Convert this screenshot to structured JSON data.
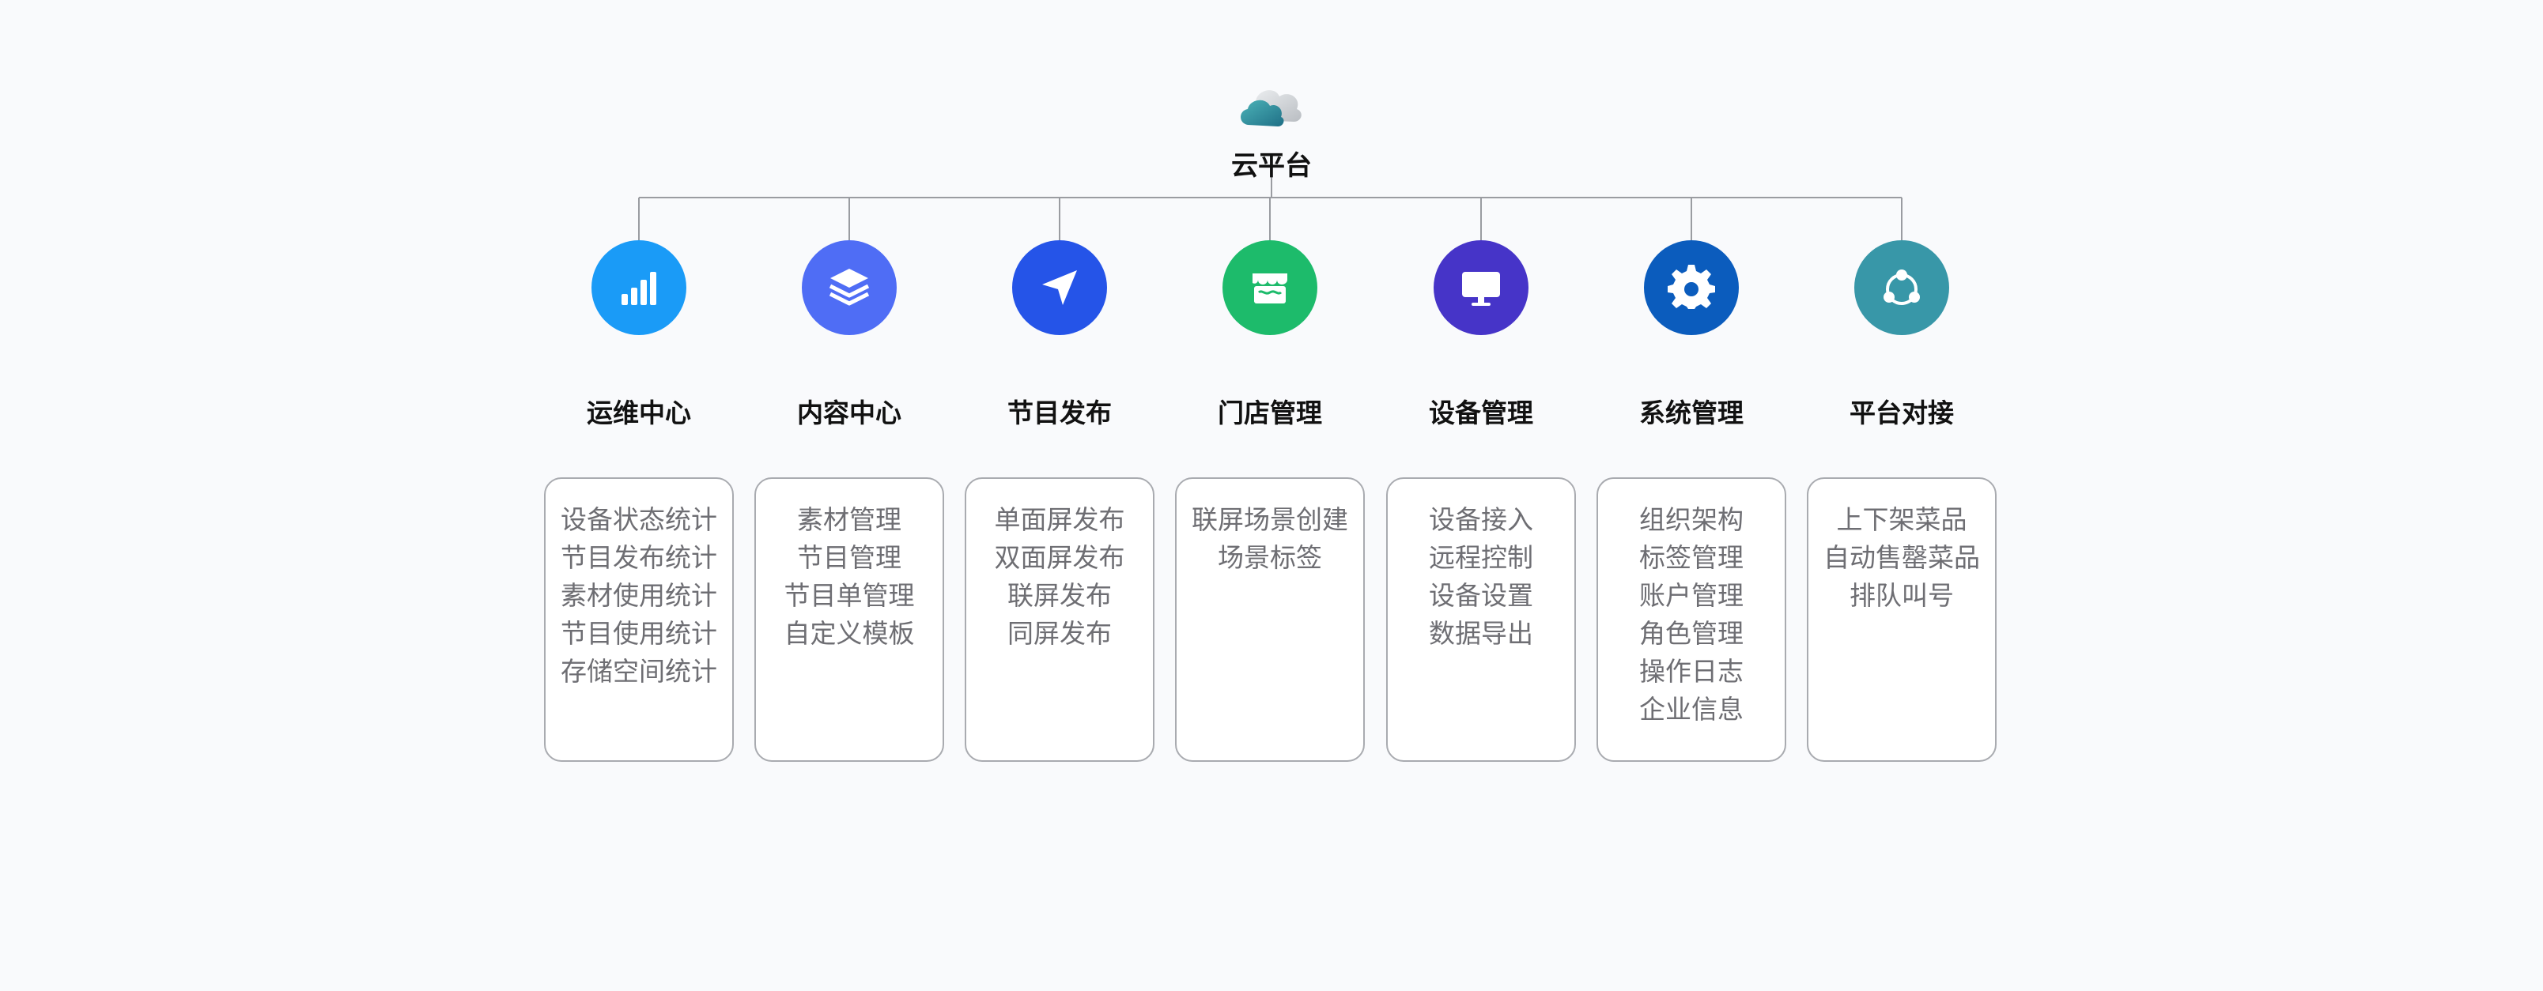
{
  "root": {
    "title": "云平台",
    "icon": "cloud-icon"
  },
  "branches": [
    {
      "label": "运维中心",
      "icon": "bar-chart-icon",
      "color": "#1a9bf7",
      "items": [
        "设备状态统计",
        "节目发布统计",
        "素材使用统计",
        "节目使用统计",
        "存储空间统计"
      ]
    },
    {
      "label": "内容中心",
      "icon": "layers-icon",
      "color": "#4f6df5",
      "items": [
        "素材管理",
        "节目管理",
        "节目单管理",
        "自定义模板"
      ]
    },
    {
      "label": "节目发布",
      "icon": "send-arrow-icon",
      "color": "#2554e8",
      "items": [
        "单面屏发布",
        "双面屏发布",
        "联屏发布",
        "同屏发布"
      ]
    },
    {
      "label": "门店管理",
      "icon": "store-icon",
      "color": "#1dbb6b",
      "items": [
        "联屏场景创建",
        "场景标签"
      ]
    },
    {
      "label": "设备管理",
      "icon": "monitor-icon",
      "color": "#4634c8",
      "items": [
        "设备接入",
        "远程控制",
        "设备设置",
        "数据导出"
      ]
    },
    {
      "label": "系统管理",
      "icon": "gear-icon",
      "color": "#0b5cbd",
      "items": [
        "组织架构",
        "标签管理",
        "账户管理",
        "角色管理",
        "操作日志",
        "企业信息"
      ]
    },
    {
      "label": "平台对接",
      "icon": "share-nodes-icon",
      "color": "#3897a8",
      "items": [
        "上下架菜品",
        "自动售罄菜品",
        "排队叫号"
      ]
    }
  ]
}
